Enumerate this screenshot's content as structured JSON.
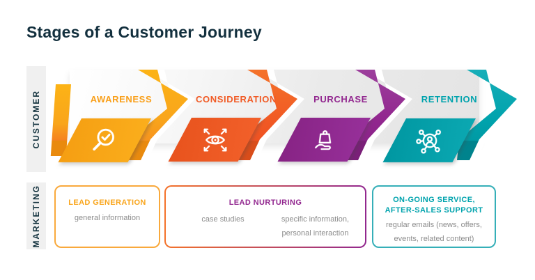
{
  "title": "Stages of a Customer Journey",
  "side_labels": {
    "customer": "CUSTOMER",
    "marketing": "MARKETING"
  },
  "stages": [
    {
      "label": "AWARENESS",
      "color": "#F9A51B",
      "icon": "magnifier-check-icon"
    },
    {
      "label": "CONSIDERATION",
      "color": "#F15A24",
      "icon": "eye-scan-icon"
    },
    {
      "label": "PURCHASE",
      "color": "#92278F",
      "icon": "bag-in-hand-icon"
    },
    {
      "label": "RETENTION",
      "color": "#00A3AD",
      "icon": "user-network-icon"
    }
  ],
  "marketing_boxes": [
    {
      "title": "LEAD GENERATION",
      "border_color": "#F9A51B",
      "line": "general information"
    },
    {
      "title": "LEAD NURTURING",
      "border_gradient": [
        "#F15A24",
        "#92278F"
      ],
      "left": "case studies",
      "right_line1": "specific information,",
      "right_line2": "personal interaction"
    },
    {
      "title_line1": "ON-GOING SERVICE,",
      "title_line2": "AFTER-SALES SUPPORT",
      "border_color": "#00A3AD",
      "line1": "regular emails (news, offers,",
      "line2": "events, related content)"
    }
  ],
  "colors": {
    "heading": "#13303E",
    "body_text": "#8C8C8C",
    "strip_bg": "#F0F0F0"
  }
}
